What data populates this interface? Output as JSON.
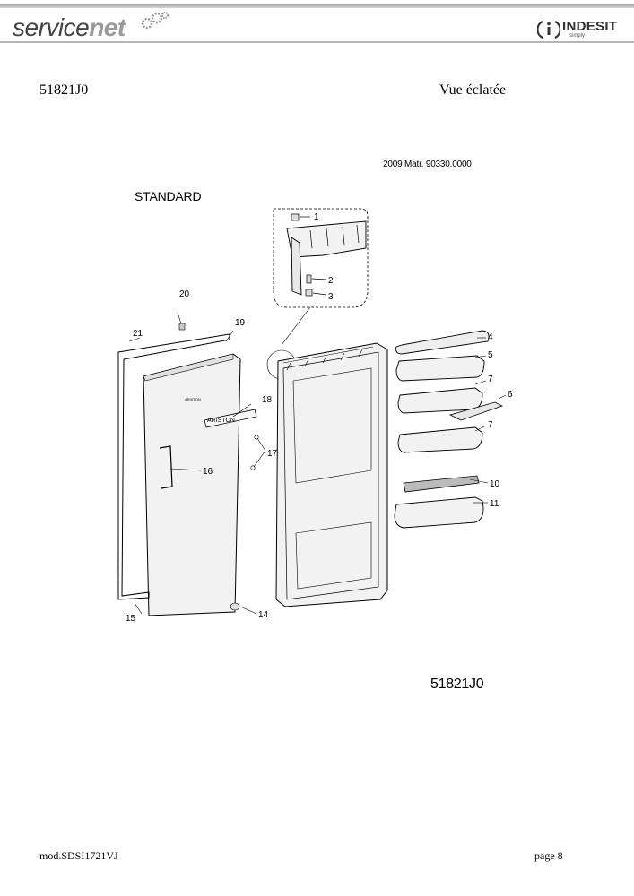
{
  "header": {
    "brand_left_a": "service",
    "brand_left_b": "net",
    "brand_right": "INDESIT",
    "brand_right_tagline": "simply"
  },
  "document": {
    "code": "51821J0",
    "view_title": "Vue éclatée",
    "matr_line": "2009 Matr. 90330.0000",
    "variant": "STANDARD",
    "code_bottom": "51821J0"
  },
  "diagram": {
    "door_badge": "ARISTON",
    "door_badge_small": "ARISTON",
    "callouts": [
      "1",
      "2",
      "3",
      "4",
      "5",
      "6",
      "7",
      "7",
      "10",
      "11",
      "14",
      "15",
      "16",
      "17",
      "18",
      "19",
      "20",
      "21"
    ]
  },
  "footer": {
    "model_ref": "mod.SDSI1721VJ",
    "page": "page 8"
  },
  "colors": {
    "line": "#000000",
    "part_fill": "#f2f2f2",
    "header_gray": "#9a9a9a"
  }
}
